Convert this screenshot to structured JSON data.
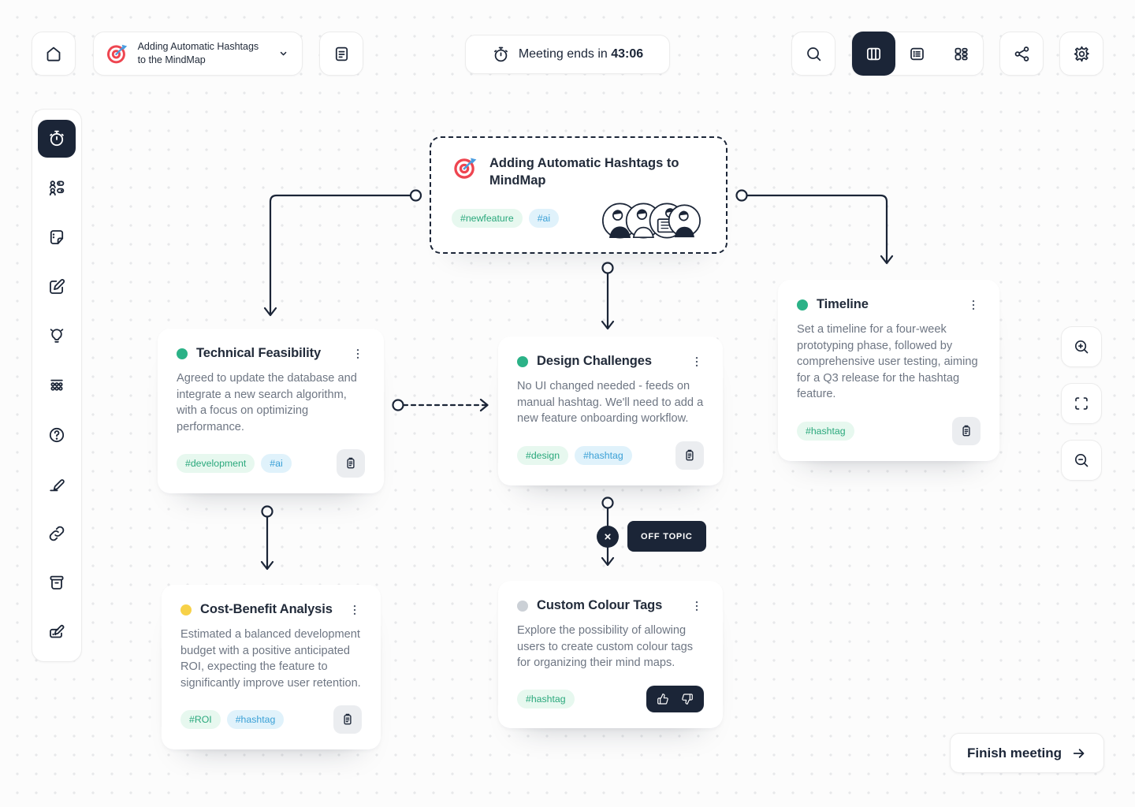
{
  "colors": {
    "ink": "#1b2537",
    "green_text": "#2aa87c",
    "green_bg": "#e7f8ef",
    "blue_text": "#3aa0d6",
    "blue_bg": "#e0f2fb",
    "status_green": "#2bb287",
    "status_yellow": "#f7d148",
    "status_gray": "#cbd0d6",
    "canvas_bg": "#fcfcfc"
  },
  "header": {
    "home_icon": "home-icon",
    "map_selector": {
      "icon": "target-icon",
      "title": "Adding Automatic Hashtags to the MindMap",
      "chevron": "chevron-down-icon"
    },
    "notes_icon": "document-icon",
    "timer": {
      "icon": "stopwatch-icon",
      "prefix": "Meeting ends in",
      "time": "43:06"
    },
    "search_icon": "search-icon",
    "view_switcher": {
      "active": "columns",
      "options": [
        "columns-view-icon",
        "list-view-icon",
        "grid-view-icon"
      ]
    },
    "share_icon": "share-icon",
    "settings_icon": "gear-icon"
  },
  "sidebar": {
    "active_item": "timer",
    "items": [
      "stopwatch-icon",
      "participants-icon",
      "note-icon",
      "edit-icon",
      "lightbulb-icon",
      "dots-grid-icon",
      "help-icon",
      "pen-line-icon",
      "link-icon",
      "archive-icon",
      "signature-icon"
    ]
  },
  "nodes": {
    "central": {
      "icon": "target-icon",
      "title": "Adding Automatic Hashtags to MindMap",
      "tags": [
        {
          "label": "#newfeature",
          "color": "green"
        },
        {
          "label": "#ai",
          "color": "blue"
        }
      ],
      "illustration": "people-illustration"
    },
    "technical": {
      "status": "green",
      "title": "Technical Feasibility",
      "body": "Agreed to update the database and integrate a new search algorithm, with a focus on optimizing performance.",
      "tags": [
        {
          "label": "#development",
          "color": "green"
        },
        {
          "label": "#ai",
          "color": "blue"
        }
      ],
      "action": "clipboard-icon"
    },
    "design": {
      "status": "green",
      "title": "Design Challenges",
      "body": "No UI changed needed - feeds on manual hashtag. We'll need to add a new feature onboarding workflow.",
      "tags": [
        {
          "label": "#design",
          "color": "green"
        },
        {
          "label": "#hashtag",
          "color": "blue"
        }
      ],
      "action": "clipboard-icon"
    },
    "timeline": {
      "status": "green",
      "title": "Timeline",
      "body": "Set a timeline for a four-week prototyping phase, followed by comprehensive user testing, aiming for a Q3 release for the hashtag feature.",
      "tags": [
        {
          "label": "#hashtag",
          "color": "green"
        }
      ],
      "action": "clipboard-icon"
    },
    "cost": {
      "status": "yellow",
      "title": "Cost-Benefit Analysis",
      "body": "Estimated a balanced development budget with a positive anticipated ROI, expecting the feature to significantly improve user retention.",
      "tags": [
        {
          "label": "#ROI",
          "color": "green"
        },
        {
          "label": "#hashtag",
          "color": "blue"
        }
      ],
      "action": "clipboard-icon"
    },
    "custom": {
      "status": "gray",
      "title": "Custom Colour Tags",
      "body": "Explore the possibility of allowing users to create custom colour tags for organizing their mind maps.",
      "tags": [
        {
          "label": "#hashtag",
          "color": "green"
        }
      ],
      "actions": [
        "thumbs-up-icon",
        "thumbs-down-icon"
      ]
    }
  },
  "canvas": {
    "off_topic_label": "OFF TOPIC"
  },
  "zoom_toolbar": {
    "items": [
      "zoom-in-icon",
      "fit-view-icon",
      "zoom-out-icon"
    ]
  },
  "footer": {
    "finish_label": "Finish meeting",
    "arrow_icon": "arrow-right-icon"
  }
}
